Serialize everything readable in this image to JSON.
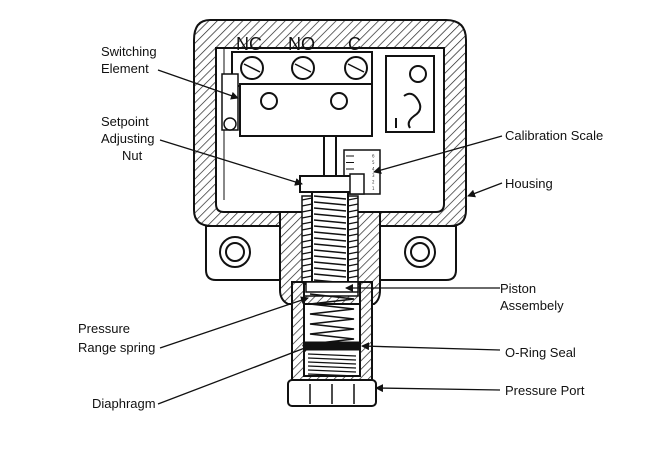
{
  "terminals": [
    "NC",
    "NO",
    "C"
  ],
  "scale_ticks": [
    "6",
    "5",
    "4",
    "3",
    "2",
    "1"
  ],
  "labels": {
    "switching_element": [
      "Switching",
      "Element"
    ],
    "setpoint_nut": [
      "Setpoint",
      "Adjusting",
      "Nut"
    ],
    "pressure_range_spring": [
      "Pressure",
      "Range spring"
    ],
    "diaphragm": "Diaphragm",
    "calibration_scale": "Calibration Scale",
    "housing": "Housing",
    "piston_assembly": [
      "Piston",
      "Assembely"
    ],
    "o_ring_seal": "O-Ring Seal",
    "pressure_port": "Pressure Port"
  },
  "colors": {
    "line": "#111111",
    "hatch": "#222222",
    "background": "#ffffff",
    "fill": "#ffffff"
  }
}
